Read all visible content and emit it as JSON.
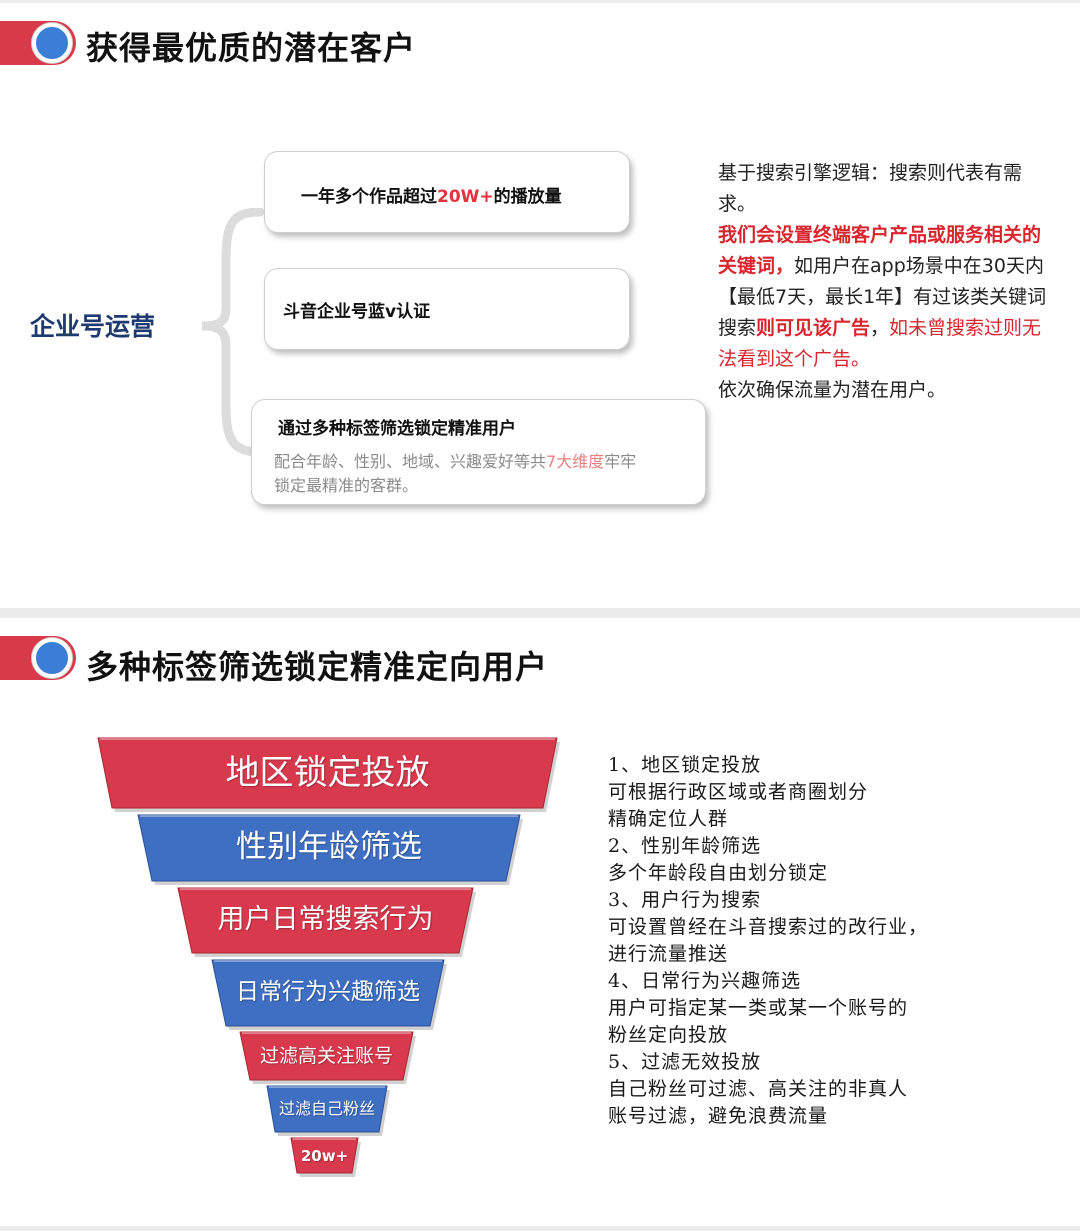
{
  "slide1": {
    "title": "获得最优质的潜在客户",
    "left_label": "企业号运营",
    "card1": {
      "before": "一年多个作品超过",
      "highlight": "20W+",
      "after": "的播放量"
    },
    "card2": {
      "text": "斗音企业号蓝v认证"
    },
    "card3": {
      "title": "通过多种标签筛选锁定精准用户",
      "desc_before": "配合年龄、性别、地域、兴趣爱好等共",
      "desc_highlight": "7大维度",
      "desc_after_line1": "牢牢",
      "desc_line2": "锁定最精准的客群。"
    },
    "right": {
      "p1": "基于搜索引擎逻辑：搜索则代表有需求。",
      "p2_red_bold": "我们会设置终端客户产品或服务相关的关键词，",
      "p2_normal": "如用户在app场景中在30天内【最低7天，最长1年】有过该类关键词搜索",
      "p2_red_bold2": "则可见该广告",
      "p2_comma": "，",
      "p2_red": "如未曾搜索过则无法看到这个广告。",
      "p3": "依次确保流量为潜在用户。"
    }
  },
  "slide2": {
    "title": "多种标签筛选锁定精准定向用户",
    "funnel": [
      {
        "label": "地区锁定投放",
        "color": "#d8394c"
      },
      {
        "label": "性别年龄筛选",
        "color": "#3f6fc2"
      },
      {
        "label": "用户日常搜索行为",
        "color": "#d8394c"
      },
      {
        "label": "日常行为兴趣筛选",
        "color": "#3f6fc2"
      },
      {
        "label": "过滤高关注账号",
        "color": "#d8394c"
      },
      {
        "label": "过滤自己粉丝",
        "color": "#3f6fc2"
      },
      {
        "label": "20w+",
        "color": "#d8394c"
      }
    ],
    "list": [
      "1、地区锁定投放",
      "可根据行政区域或者商圈划分",
      "精确定位人群",
      "2、性别年龄筛选",
      "多个年龄段自由划分锁定",
      "3、用户行为搜索",
      "可设置曾经在斗音搜索过的改行业，",
      "进行流量推送",
      "4、日常行为兴趣筛选",
      "用户可指定某一类或某一个账号的",
      "粉丝定向投放",
      "5、过滤无效投放",
      "自己粉丝可过滤、高关注的非真人",
      "账号过滤，避免浪费流量"
    ]
  }
}
